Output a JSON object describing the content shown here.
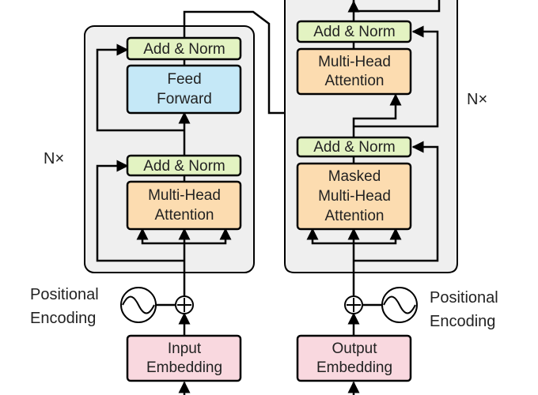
{
  "encoder": {
    "repeat_label": "N×",
    "add_norm_top": "Add & Norm",
    "feed_forward": [
      "Feed",
      "Forward"
    ],
    "add_norm_bottom": "Add & Norm",
    "mha": [
      "Multi-Head",
      "Attention"
    ],
    "positional_encoding": [
      "Positional",
      "Encoding"
    ],
    "input_embedding": [
      "Input",
      "Embedding"
    ]
  },
  "decoder": {
    "repeat_label": "N×",
    "add_norm_top": "Add & Norm",
    "mha": [
      "Multi-Head",
      "Attention"
    ],
    "add_norm_bottom": "Add & Norm",
    "masked_mha": [
      "Masked",
      "Multi-Head",
      "Attention"
    ],
    "positional_encoding": [
      "Positional",
      "Encoding"
    ],
    "output_embedding": [
      "Output",
      "Embedding"
    ]
  },
  "colors": {
    "add_norm": "#e3f3c2",
    "feed_forward": "#c5e8f7",
    "attention": "#fcdcb0",
    "embedding": "#f9d8df",
    "stack_bg": "#efefef",
    "stroke": "#000000"
  }
}
